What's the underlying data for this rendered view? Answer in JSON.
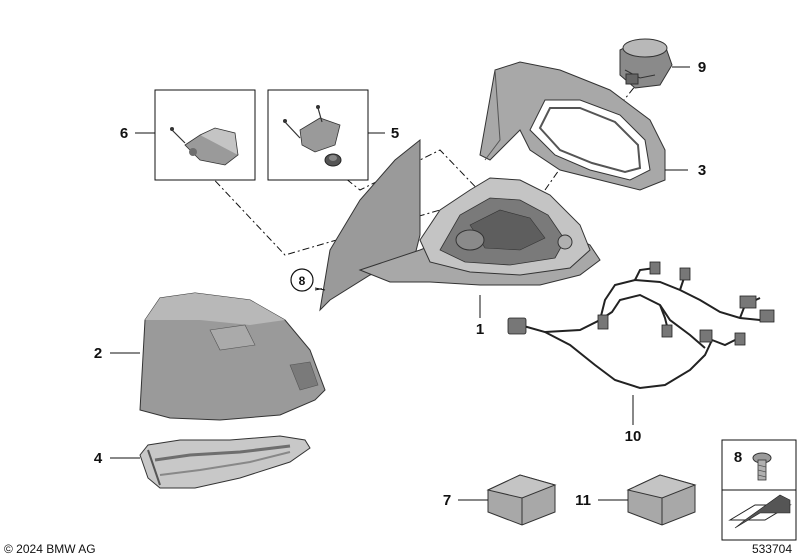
{
  "callouts": {
    "c1": "1",
    "c2": "2",
    "c3": "3",
    "c4": "4",
    "c5": "5",
    "c6": "6",
    "c7": "7",
    "c8": "8",
    "c9": "9",
    "c10": "10",
    "c11": "11"
  },
  "inset_badge": "8",
  "footer": {
    "copyright": "© 2024 BMW AG",
    "doc_number": "533704"
  },
  "colors": {
    "line": "#111111",
    "part_fill": "#9a9a9a",
    "part_dark": "#6e6e6e",
    "part_light": "#c4c4c4",
    "box_fill": "#a8a8a8"
  }
}
